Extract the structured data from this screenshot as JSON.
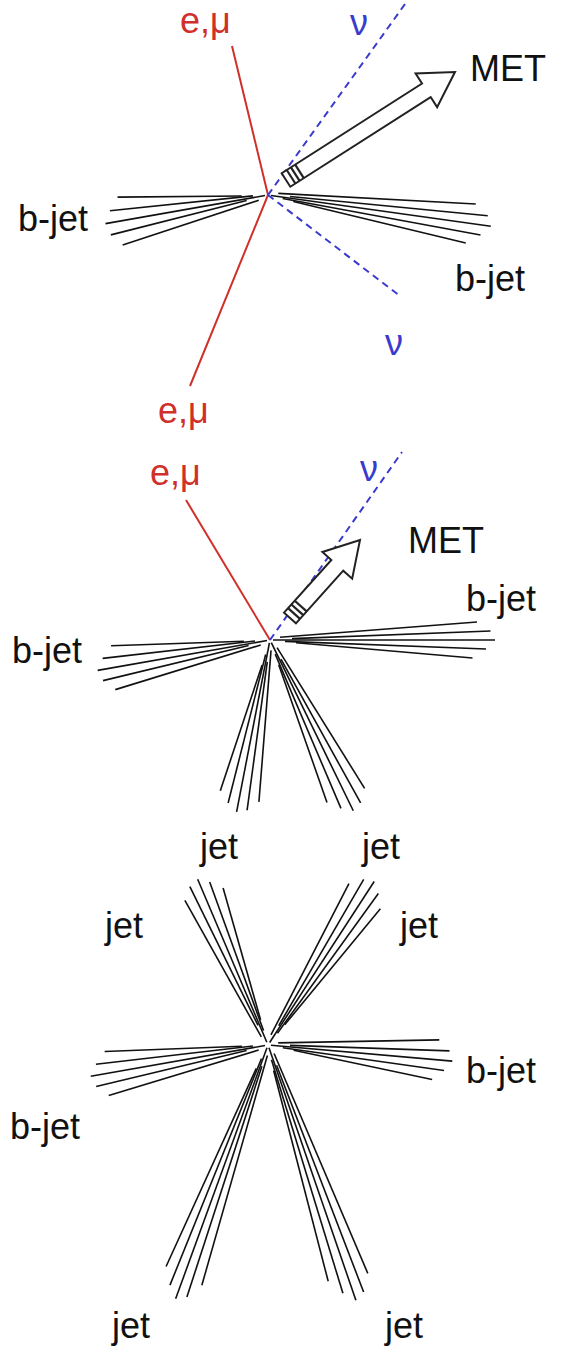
{
  "diagram": {
    "labels": [
      "e,μ",
      "ν",
      "MET",
      "b-jet",
      "b-jet",
      "ν",
      "e,μ",
      "e,μ",
      "ν",
      "MET",
      "b-jet",
      "b-jet",
      "jet",
      "jet",
      "jet",
      "jet",
      "b-jet",
      "b-jet",
      "jet",
      "jet"
    ]
  }
}
